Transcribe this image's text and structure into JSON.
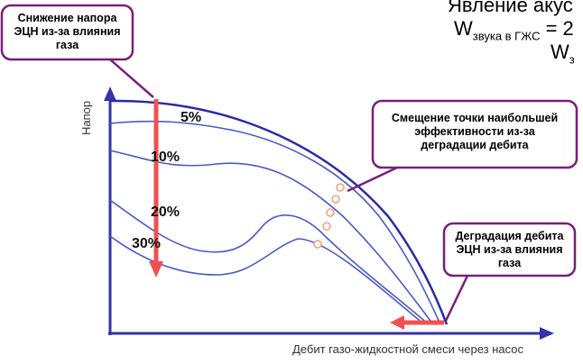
{
  "header": {
    "line1": "Явление акус",
    "line2_symbol": "W",
    "line2_sub": "звука в ГЖС",
    "line2_tail": " = 2",
    "line3_symbol": "W",
    "line3_sub": "з"
  },
  "axes": {
    "y_label": "Напор",
    "x_label": "Дебит газо-жидкостной смеси через насос"
  },
  "curve_labels": {
    "c5": "5%",
    "c10": "10%",
    "c20": "20%",
    "c30": "30%"
  },
  "callouts": {
    "head_drop": "Снижение напора ЭЦН из-за влияния газа",
    "efficiency_shift": "Смещение точки наибольшей эффективности из-за деградации дебита",
    "flow_degradation": "Деградация дебита ЭЦН из-за влияния газа"
  },
  "colors": {
    "axis": "#3333aa",
    "curve_main": "#2a2aa8",
    "curve": "#4a5ac8",
    "arrow": "#f25050",
    "callout_border": "#7a1f7a",
    "marker": "#f0a080"
  }
}
